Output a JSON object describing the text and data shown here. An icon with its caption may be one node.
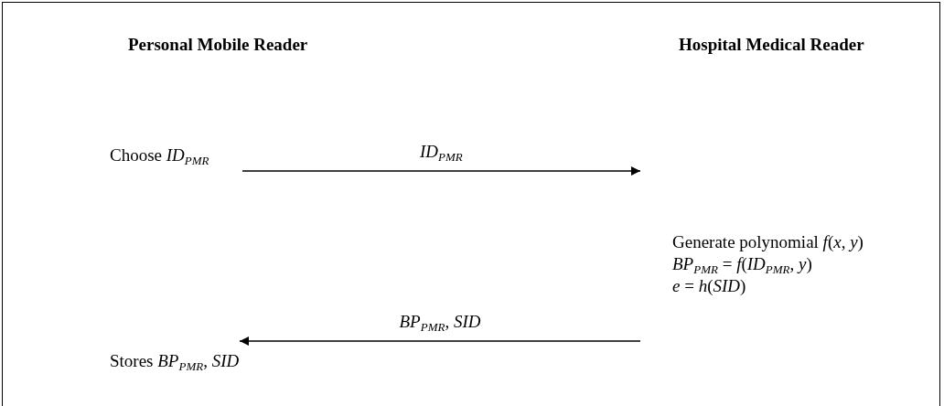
{
  "diagram": {
    "nodes": [
      {
        "text": [
          "Choose *ID*$_{PMR}$"
        ]
      },
      {
        "text": [
          "Generate polynomial *f*(*x*, *y*)",
          "*BP*$_{PMR}$ = *f*(*ID*$_{PMR}$, *y*)",
          "*e* = *h*(*SID*)"
        ]
      },
      {
        "text": [
          "Stores *BP*$_{PMR}$, *SID*"
        ]
      }
    ],
    "edges": [
      {
        "from": 0,
        "to": 1,
        "arrow": "to",
        "label": "*ID*$_{PMR}$"
      },
      {
        "from": 1,
        "to": 2,
        "arrow": "to",
        "label": "*BP*$_{PMR}$, *SID*"
      }
    ],
    "labels": [
      "Personal Mobile Reader",
      "Hospital Medical Reader"
    ]
  }
}
